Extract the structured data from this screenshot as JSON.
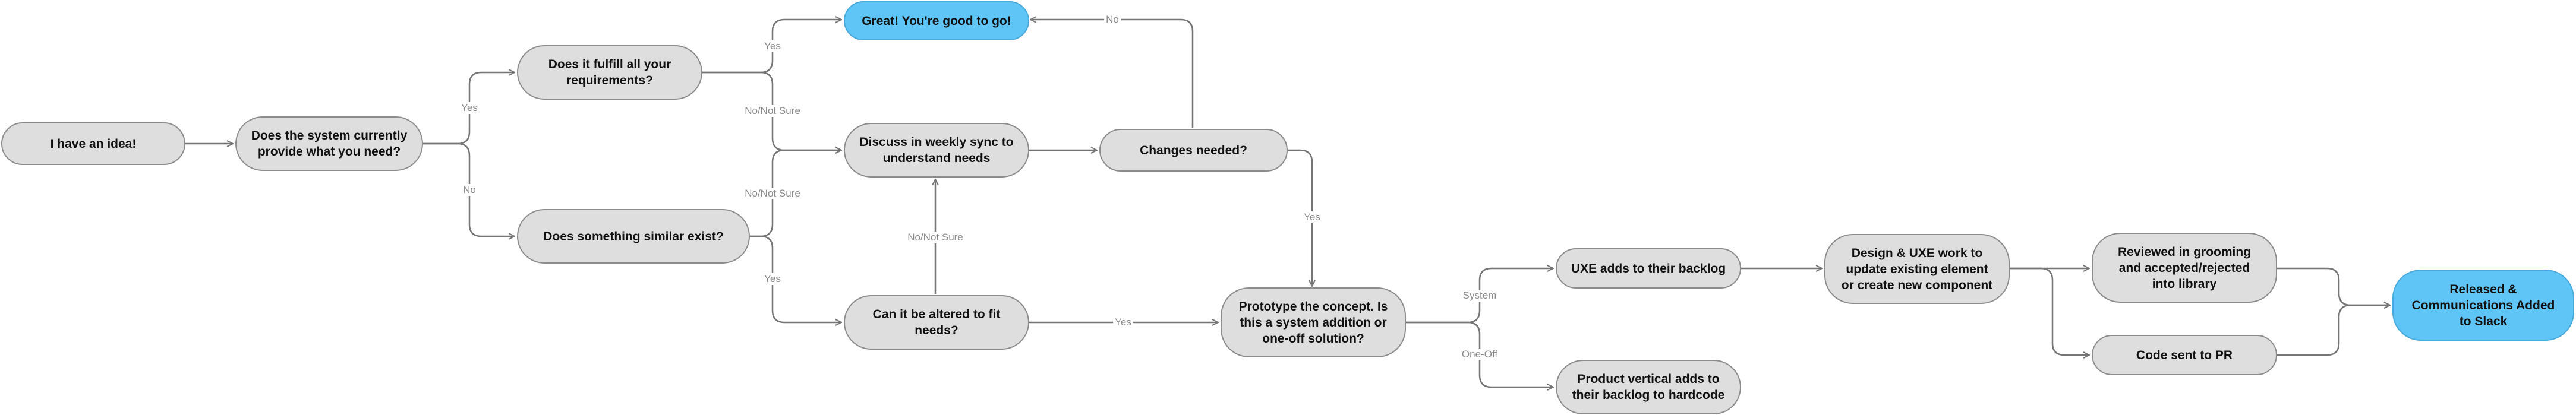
{
  "nodes": {
    "idea": "I have an idea!",
    "system_provide": "Does the system currently provide what you need?",
    "fulfill": "Does it fulfill all your requirements?",
    "similar": "Does something similar exist?",
    "great": "Great! You're good to go!",
    "discuss": "Discuss in weekly sync to understand needs",
    "changes": "Changes needed?",
    "altered": "Can it be altered to fit needs?",
    "prototype": "Prototype the concept. Is this a system addition or one-off solution?",
    "uxe_backlog": "UXE adds to their backlog",
    "product_vertical": "Product vertical adds to their backlog to hardcode",
    "design_uxe": "Design & UXE work to update existing element or create new component",
    "reviewed": "Reviewed in grooming and accepted/rejected into library",
    "code_pr": "Code sent to PR",
    "released": "Released & Communications Added to Slack"
  },
  "edge_labels": {
    "yes_top": "Yes",
    "no_bottom": "No",
    "fulfill_yes": "Yes",
    "fulfill_no": "No/Not Sure",
    "similar_no": "No/Not Sure",
    "similar_yes": "Yes",
    "changes_no": "No",
    "changes_yes": "Yes",
    "altered_no": "No/Not Sure",
    "altered_yes": "Yes",
    "system": "System",
    "one_off": "One-Off"
  },
  "colors": {
    "node_fill": "#dedede",
    "terminal_fill": "#5fc5f7",
    "edge": "#757575",
    "label": "#8a8a8a"
  }
}
